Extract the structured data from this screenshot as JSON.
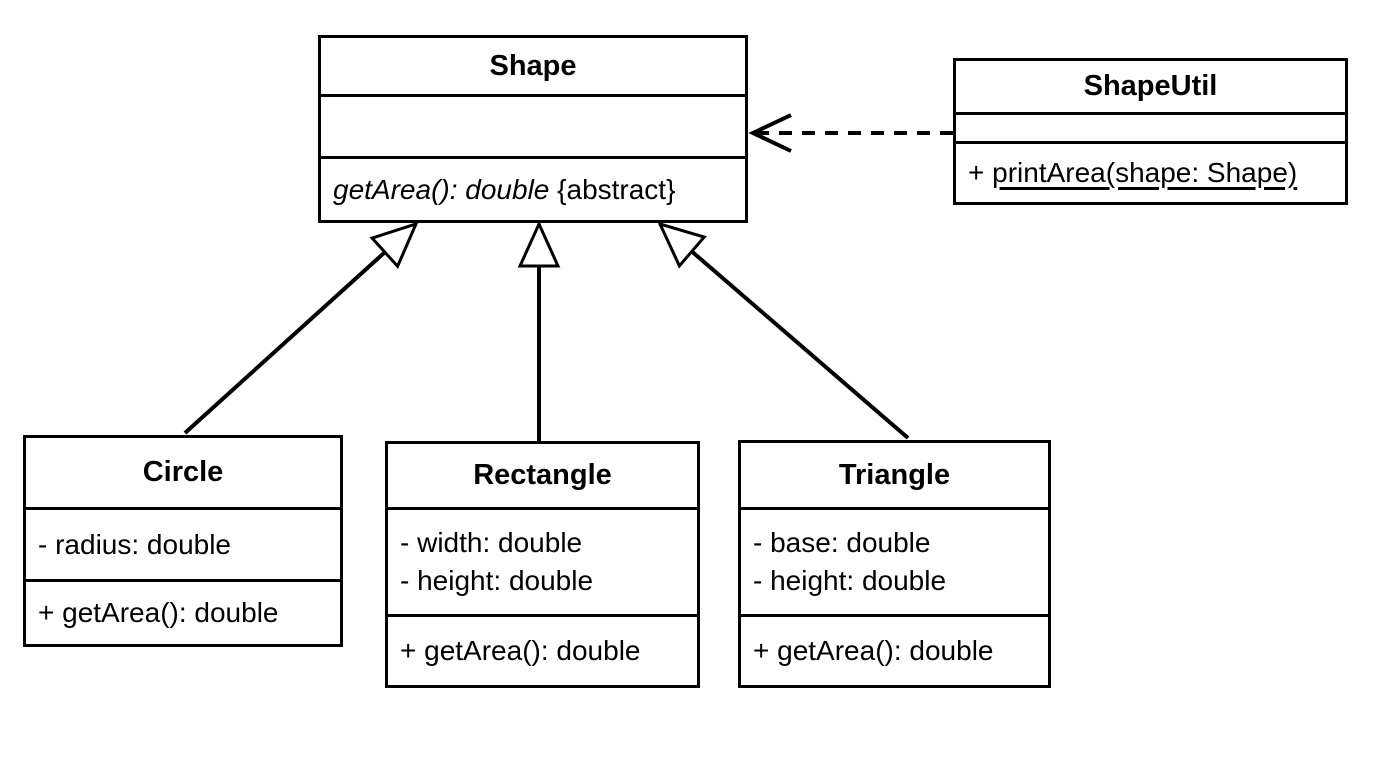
{
  "classes": {
    "shape": {
      "name": "Shape",
      "method_signature": "getArea(): double",
      "method_constraint": " {abstract}"
    },
    "shapeutil": {
      "name": "ShapeUtil",
      "method_visibility": "+ ",
      "method_signature": "printArea(shape: Shape)"
    },
    "circle": {
      "name": "Circle",
      "attributes": [
        "- radius: double"
      ],
      "methods": [
        "+ getArea(): double"
      ]
    },
    "rectangle": {
      "name": "Rectangle",
      "attributes": [
        "- width: double",
        "- height: double"
      ],
      "methods": [
        "+ getArea(): double"
      ]
    },
    "triangle": {
      "name": "Triangle",
      "attributes": [
        "- base: double",
        "- height: double"
      ],
      "methods": [
        "+ getArea(): double"
      ]
    }
  },
  "relationships": {
    "inheritance": [
      {
        "from": "Circle",
        "to": "Shape",
        "line": "solid",
        "arrowhead": "hollow-triangle"
      },
      {
        "from": "Rectangle",
        "to": "Shape",
        "line": "solid",
        "arrowhead": "hollow-triangle"
      },
      {
        "from": "Triangle",
        "to": "Shape",
        "line": "solid",
        "arrowhead": "hollow-triangle"
      }
    ],
    "dependency": {
      "from": "ShapeUtil",
      "to": "Shape",
      "line": "dashed",
      "arrowhead": "open-v"
    }
  },
  "colors": {
    "stroke": "#000000",
    "fill": "#ffffff",
    "text": "#000000"
  }
}
